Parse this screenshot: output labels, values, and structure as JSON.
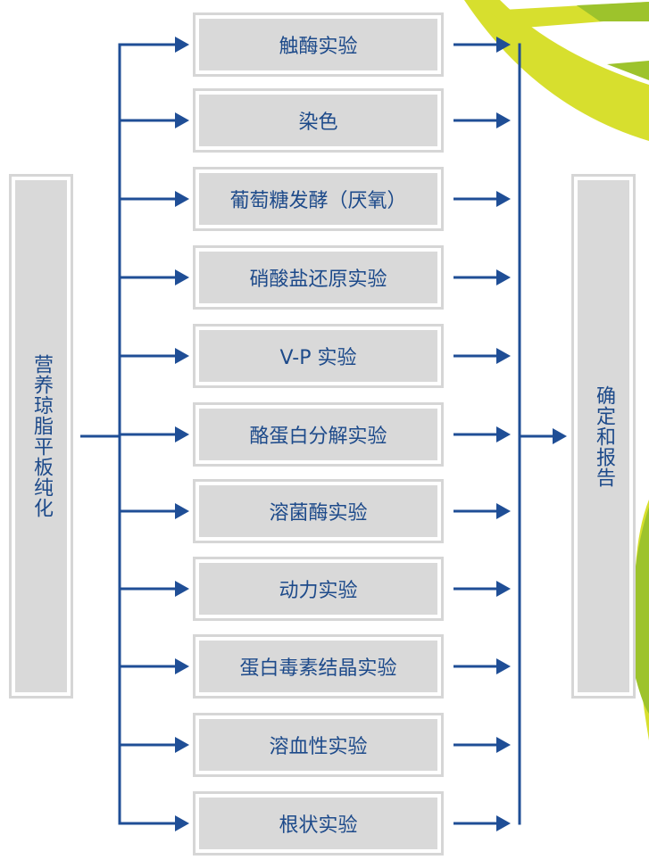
{
  "start": {
    "label": "营养琼脂平板纯化"
  },
  "tests": [
    {
      "label": "触酶实验"
    },
    {
      "label": "染色"
    },
    {
      "label": "葡萄糖发酵（厌氧）"
    },
    {
      "label": "硝酸盐还原实验"
    },
    {
      "label": "V-P  实验"
    },
    {
      "label": "酪蛋白分解实验"
    },
    {
      "label": "溶菌酶实验"
    },
    {
      "label": "动力实验"
    },
    {
      "label": "蛋白毒素结晶实验"
    },
    {
      "label": "溶血性实验"
    },
    {
      "label": "根状实验"
    }
  ],
  "end": {
    "label": "确定和报告"
  },
  "colors": {
    "line": "#1f4e96",
    "text": "#1d4a8a",
    "box": "#d9d9d9",
    "accent_yellow": "#d7df2e",
    "accent_green": "#9dc32c"
  }
}
